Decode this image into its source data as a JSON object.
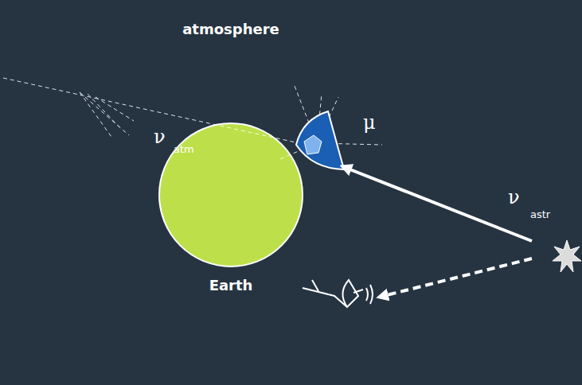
{
  "diagram": {
    "nodes": [
      {
        "text": [
          "atmosphere"
        ]
      },
      {
        "text": [
          "Earth"
        ],
        "in": 0
      }
    ],
    "labels": [
      "ν",
      "atm",
      "μ",
      "ν",
      "astr"
    ]
  }
}
